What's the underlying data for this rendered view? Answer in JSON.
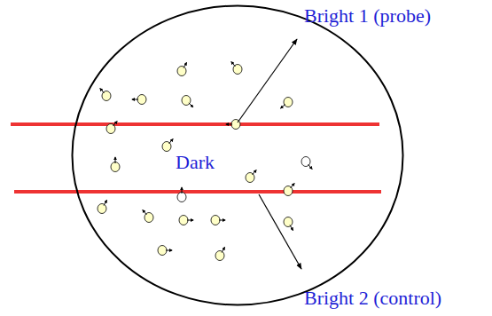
{
  "diagram": {
    "nodes": [
      {
        "text": [
          "Dark"
        ]
      }
    ],
    "labels": [
      "Bright 1 (probe)",
      "Bright 2 (control)"
    ]
  }
}
